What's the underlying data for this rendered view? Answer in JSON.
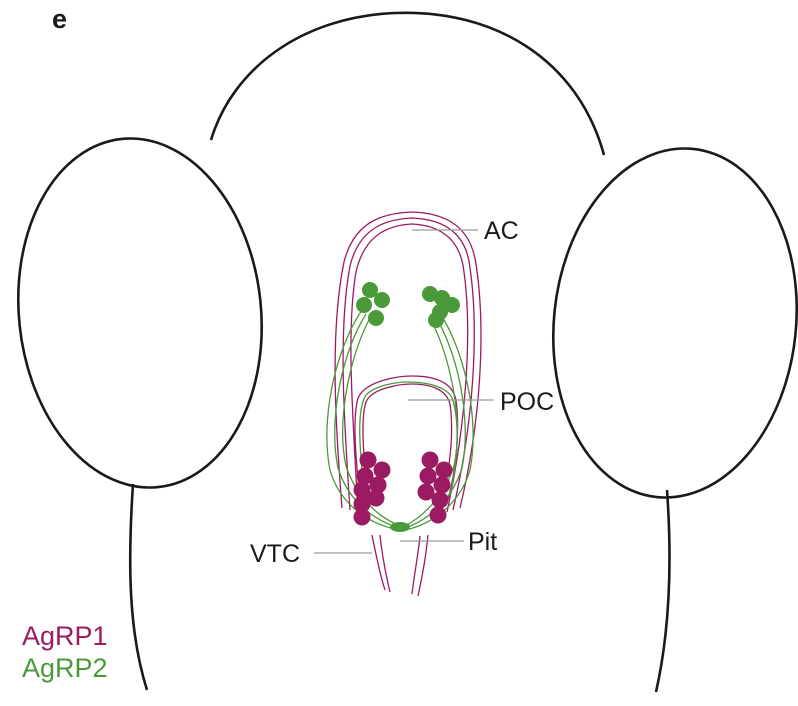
{
  "panel": {
    "letter": "e"
  },
  "colors": {
    "outline": "#1a1a1a",
    "agrp1": "#9b1b63",
    "agrp2": "#4a9a3a",
    "leader": "#9a9a9a"
  },
  "labels": {
    "ac": "AC",
    "poc": "POC",
    "pit": "Pit",
    "vtc": "VTC"
  },
  "legend": {
    "agrp1": "AgRP1",
    "agrp2": "AgRP2"
  }
}
